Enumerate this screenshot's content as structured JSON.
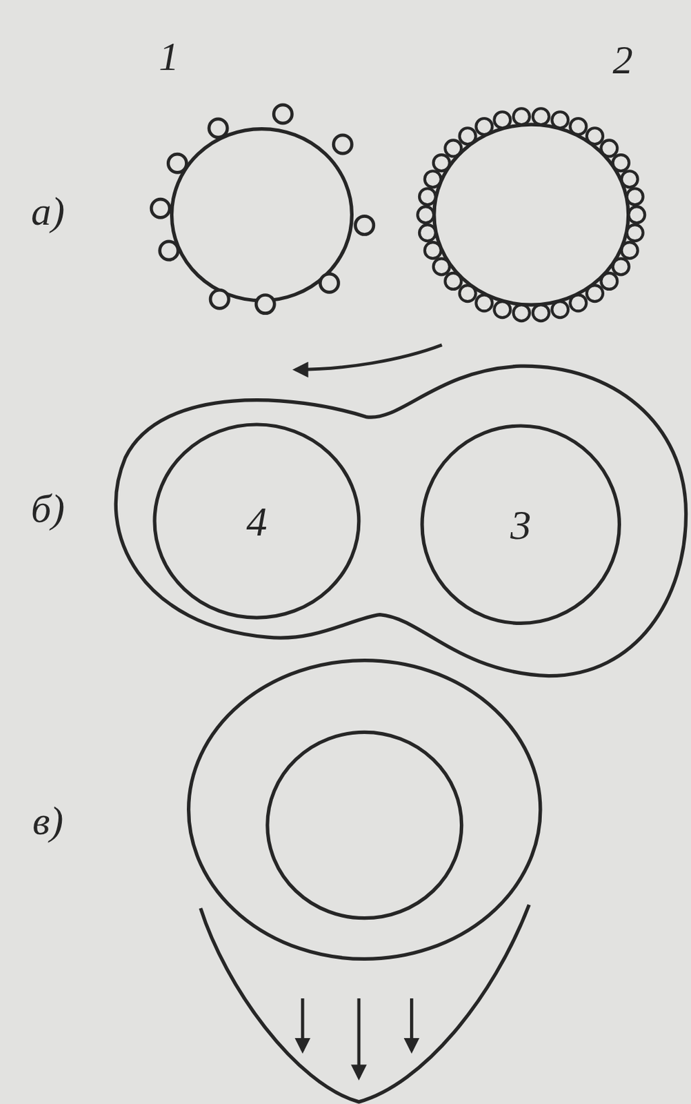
{
  "diagram": {
    "nodes": [
      {
        "text": [
          "4"
        ]
      },
      {
        "text": [
          "3"
        ]
      }
    ],
    "labels": [
      "1",
      "2",
      "а)",
      "б)",
      "в)"
    ]
  }
}
